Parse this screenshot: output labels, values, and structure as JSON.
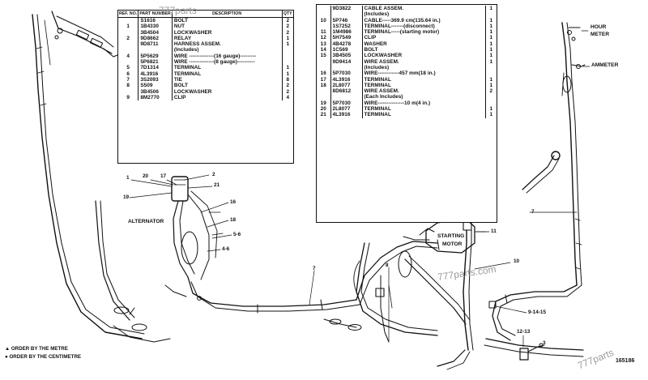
{
  "left_table": {
    "headers": {
      "ref": "REF. NO.",
      "pn": "PART NUMBER",
      "desc": "DESCRIPTION",
      "qty": "QTY"
    },
    "rows": [
      {
        "ref": "",
        "pn": "S1616",
        "desc": "BOLT",
        "qty": "2"
      },
      {
        "ref": "1",
        "pn": "1B4330",
        "desc": "NUT",
        "qty": "2"
      },
      {
        "ref": "",
        "pn": "3B4504",
        "desc": "LOCKWASHER",
        "qty": "2"
      },
      {
        "ref": "2",
        "pn": "9D8662",
        "desc": "RELAY",
        "qty": "1"
      },
      {
        "ref": "",
        "pn": "",
        "desc": "",
        "qty": ""
      },
      {
        "ref": "",
        "pn": "9D8711",
        "desc": "HARNESS ASSEM.",
        "qty": "1"
      },
      {
        "ref": "",
        "pn": "",
        "desc": "(Includes)",
        "qty": ""
      },
      {
        "ref": "4",
        "pn": "5P5629",
        "desc": "WIRE --------------(16 gauge)---------",
        "qty": ""
      },
      {
        "ref": "",
        "pn": "5P6821",
        "desc": "WIRE --------------(8 gauge)----------",
        "qty": ""
      },
      {
        "ref": "5",
        "pn": "7D1314",
        "desc": "TERMINAL",
        "qty": "1"
      },
      {
        "ref": "6",
        "pn": "4L3916",
        "desc": "TERMINAL",
        "qty": "1"
      },
      {
        "ref": "7",
        "pn": "3S2093",
        "desc": "TIE",
        "qty": "8"
      },
      {
        "ref": "8",
        "pn": "S509",
        "desc": "BOLT",
        "qty": "2"
      },
      {
        "ref": "",
        "pn": "3B4506",
        "desc": "LOCKWASHER",
        "qty": "2"
      },
      {
        "ref": "9",
        "pn": "8M2770",
        "desc": "CLIP",
        "qty": "4"
      }
    ]
  },
  "right_table": {
    "rows": [
      {
        "ref": "",
        "pn": "9D3822",
        "desc": "CABLE ASSEM.",
        "qty": "1"
      },
      {
        "ref": "",
        "pn": "",
        "desc": "(Includes)",
        "qty": ""
      },
      {
        "ref": "10",
        "pn": "5P746",
        "desc": "CABLE-----369.9 cm(135.64 in.)",
        "qty": "1"
      },
      {
        "ref": "",
        "pn": "1S7252",
        "desc": "TERMINAL-------(disconnect)",
        "qty": "1"
      },
      {
        "ref": "11",
        "pn": "1M4986",
        "desc": "TERMINAL-----(starting motor)",
        "qty": "1"
      },
      {
        "ref": "12",
        "pn": "5H7549",
        "desc": "CLIP",
        "qty": "1"
      },
      {
        "ref": "13",
        "pn": "4B4278",
        "desc": "WASHER",
        "qty": "1"
      },
      {
        "ref": "14",
        "pn": "1C569",
        "desc": "BOLT",
        "qty": "1"
      },
      {
        "ref": "15",
        "pn": "3B4505",
        "desc": "LOCKWASHER",
        "qty": "1"
      },
      {
        "ref": "",
        "pn": "9D9414",
        "desc": "WIRE ASSEM.",
        "qty": "1"
      },
      {
        "ref": "",
        "pn": "",
        "desc": "(Includes)",
        "qty": ""
      },
      {
        "ref": "16",
        "pn": "5P7030",
        "desc": "WIRE------------457 mm(18 in.)",
        "qty": ""
      },
      {
        "ref": "17",
        "pn": "4L3916",
        "desc": "TERMINAL",
        "qty": "1"
      },
      {
        "ref": "18",
        "pn": "2L8077",
        "desc": "TERMINAL",
        "qty": "1"
      },
      {
        "ref": "",
        "pn": "8D6812",
        "desc": "WIRE ASSEM.",
        "qty": "2"
      },
      {
        "ref": "",
        "pn": "",
        "desc": "(Each Includes)",
        "qty": ""
      },
      {
        "ref": "19",
        "pn": "5P7030",
        "desc": "WIRE---------------10 m(4 in.)",
        "qty": ""
      },
      {
        "ref": "20",
        "pn": "2L8077",
        "desc": "TERMINAL",
        "qty": "1"
      },
      {
        "ref": "21",
        "pn": "4L3916",
        "desc": "TERMINAL",
        "qty": "1"
      }
    ]
  },
  "labels": {
    "hour_meter_1": "HOUR",
    "hour_meter_2": "METER",
    "ammeter": "AMMETER",
    "alternator": "ALTERNATOR",
    "starting_motor_1": "STARTING",
    "starting_motor_2": "MOTOR"
  },
  "callouts": {
    "c1": "1",
    "c20": "20",
    "c17": "17",
    "c2": "2",
    "c21": "21",
    "c19": "19",
    "c16": "16",
    "c18": "18",
    "c5_6": "5-6",
    "c4_6": "4-6",
    "c7_left": "7",
    "c7_right": "7",
    "c8": "8",
    "c10": "10",
    "c11": "11",
    "c9_14_15": "9-14-15",
    "c12_13": "12-13",
    "c3": "3"
  },
  "notes": {
    "metre": "▲ ORDER BY THE METRE",
    "centimetre": "● ORDER BY THE CENTIMETRE"
  },
  "drawing_number": "165186",
  "watermarks": {
    "top": "777parts",
    "mid": "777parts.com",
    "bottom": "777parts"
  }
}
